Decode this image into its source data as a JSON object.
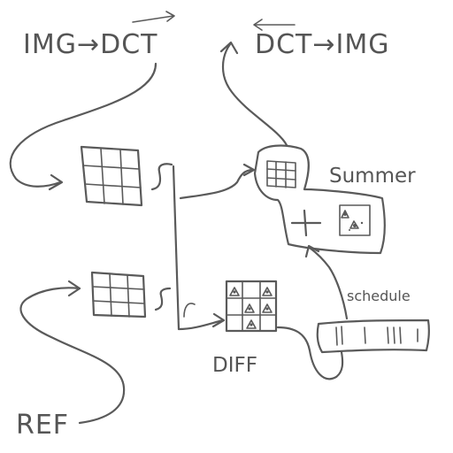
{
  "labels": {
    "img_to_dct": "IMG→DCT",
    "dct_to_img": "DCT→IMG",
    "summer": "Summer",
    "schedule": "schedule",
    "diff": "DIFF",
    "ref": "REF"
  }
}
